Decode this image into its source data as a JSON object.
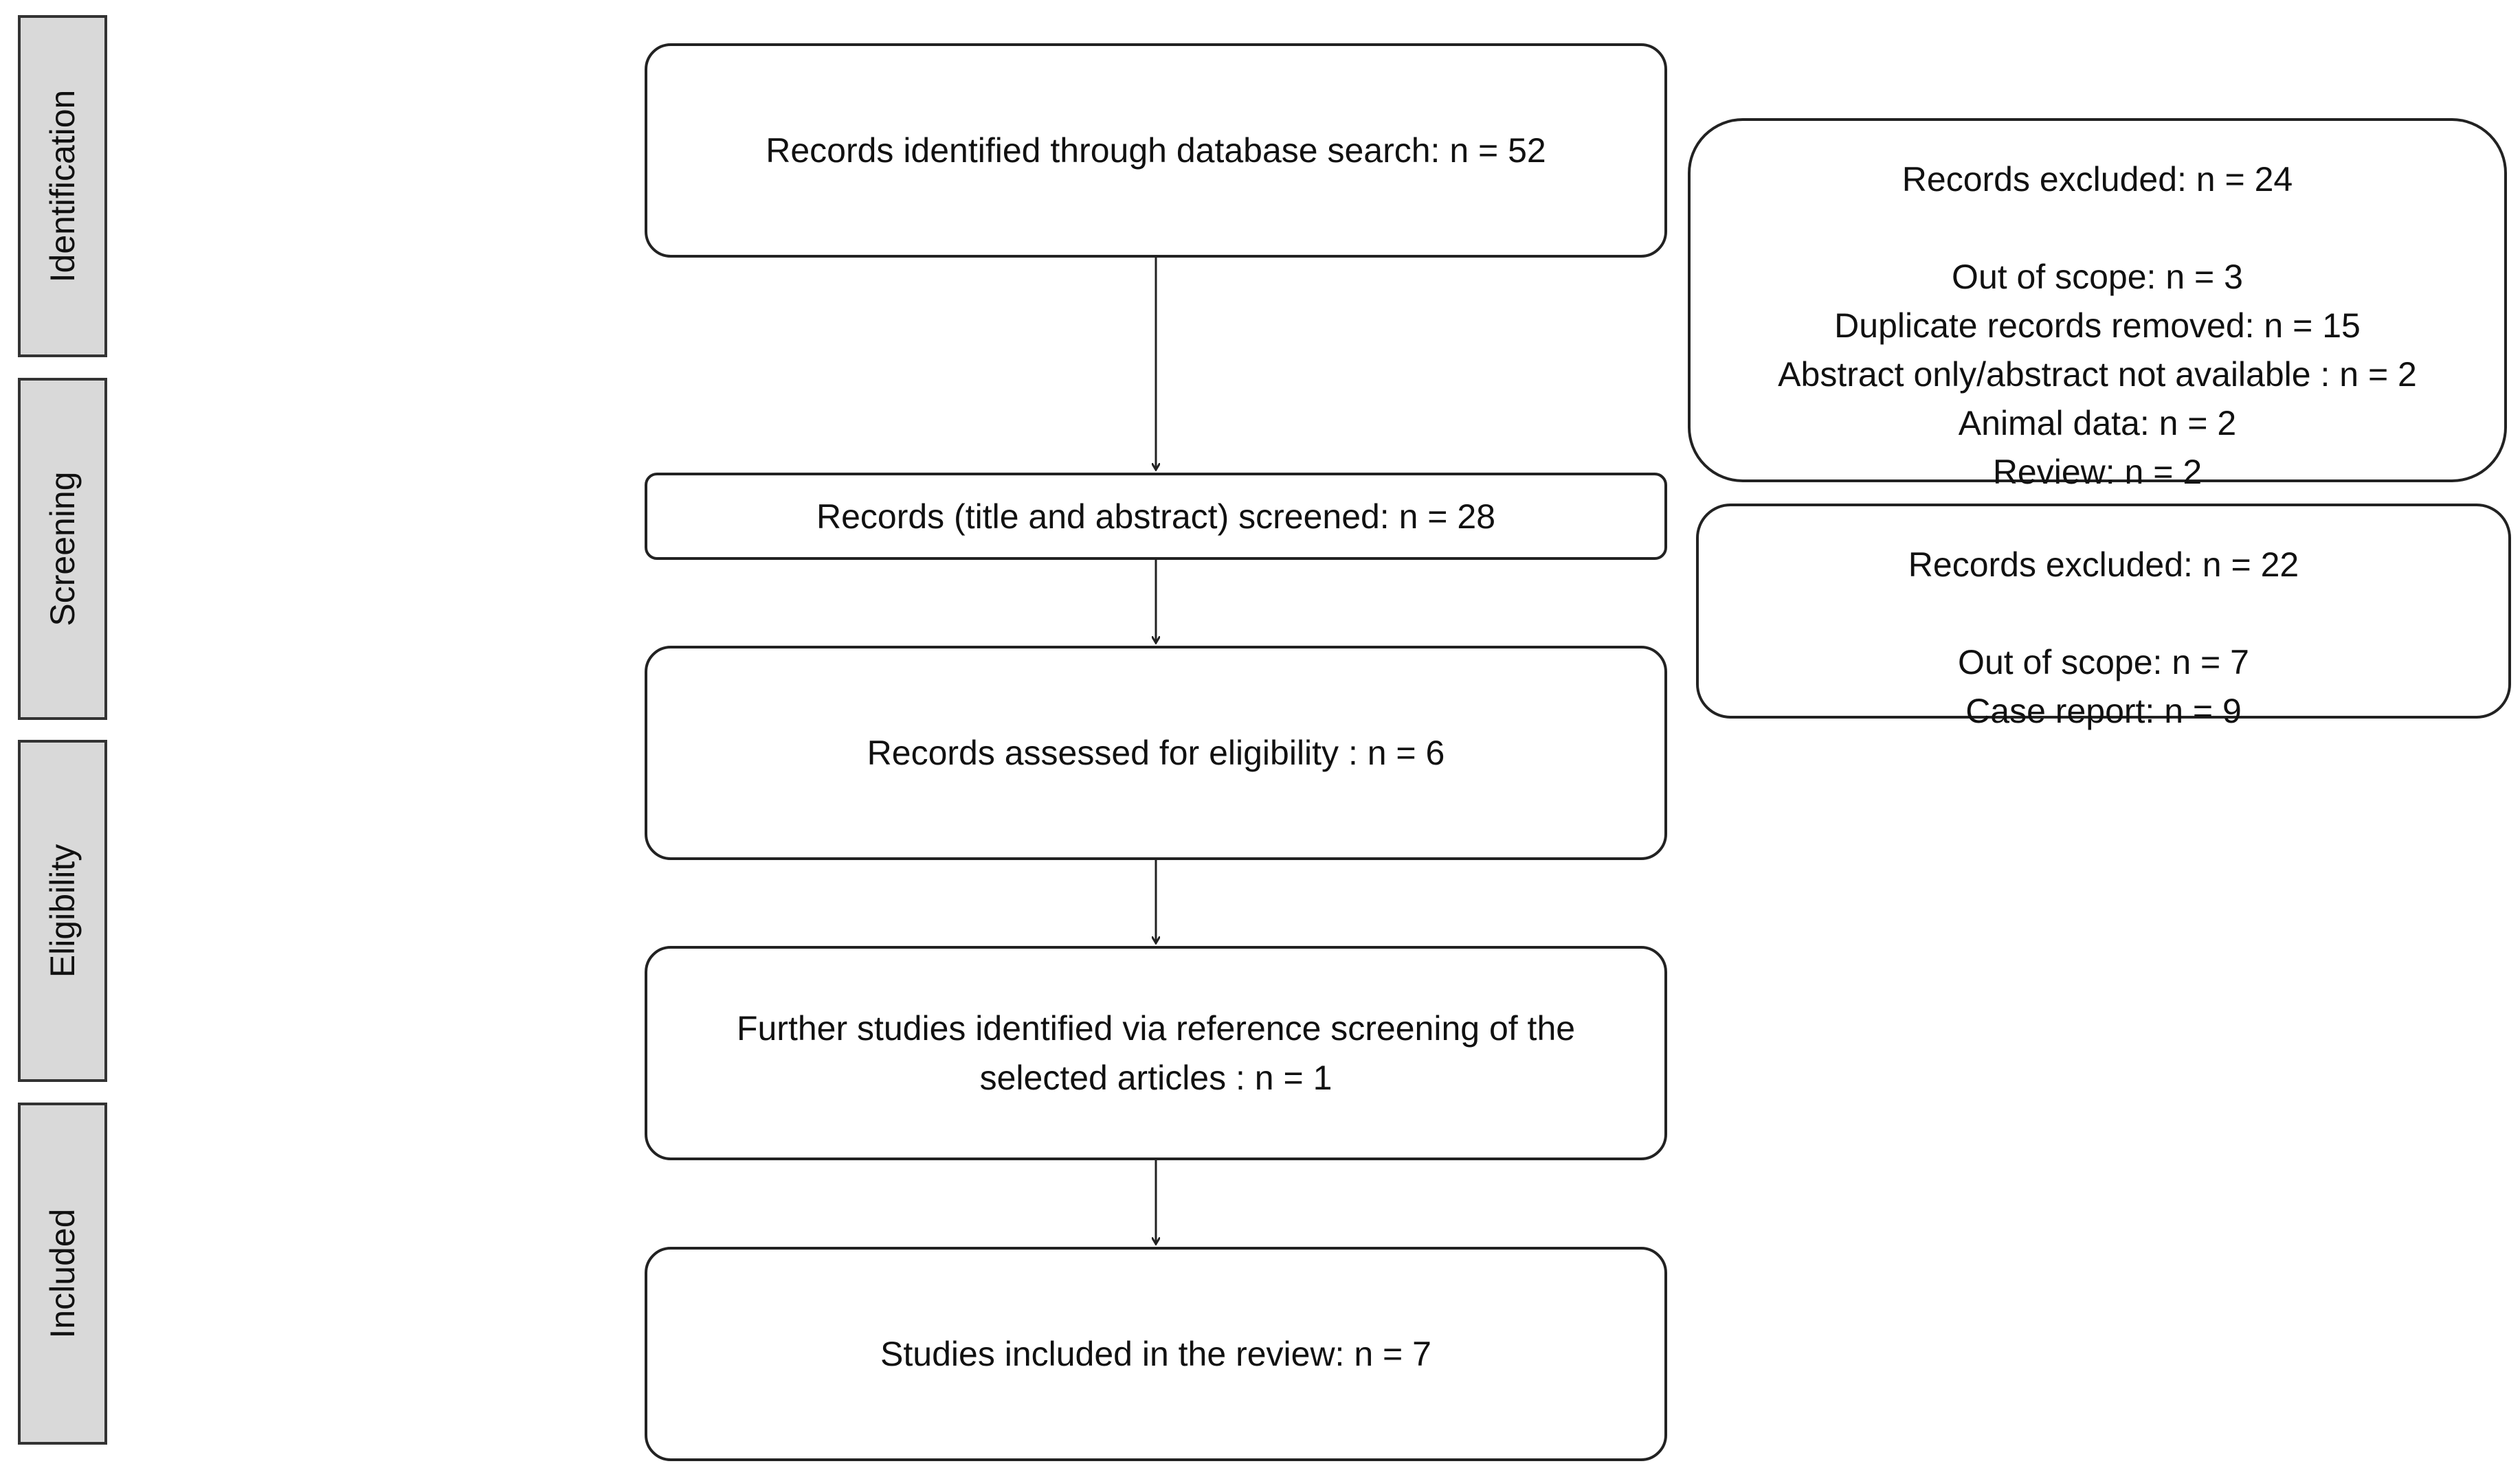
{
  "phases": {
    "identification": "Identification",
    "screening": "Screening",
    "eligibility": "Eligibility",
    "included": "Included"
  },
  "flow": {
    "identified": "Records identified through database  search: n = 52",
    "screened": "Records (title and abstract) screened:  n = 28",
    "assessed": "Records assessed for  eligibility : n = 6",
    "further_line1": "Further studies identified via reference screening of the",
    "further_line2": "selected  articles : n = 1",
    "included": "Studies included in the review:   n = 7"
  },
  "exclusions_first": {
    "title": "Records excluded:  n = 24",
    "items": [
      "Out of scope:  n = 3",
      "Duplicate records removed:  n = 15",
      "Abstract only/abstract not available : n = 2",
      "Animal data:  n = 2",
      "Review:  n = 2"
    ]
  },
  "exclusions_second": {
    "title": "Records excluded:  n = 22",
    "items": [
      "Out of scope:  n = 7",
      "Case report:  n = 9"
    ]
  },
  "colors": {
    "phase_fill": "#d9d9d9",
    "border": "#222222"
  }
}
